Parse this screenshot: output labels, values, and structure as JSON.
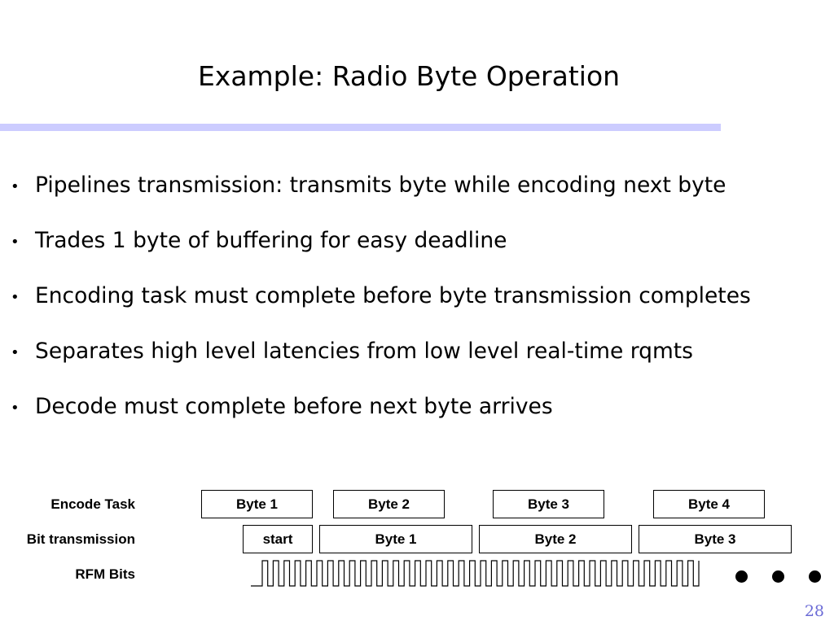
{
  "slide": {
    "title": "Example: Radio Byte Operation",
    "page_number": "28"
  },
  "bullets": [
    "Pipelines transmission: transmits byte while encoding next byte",
    "Trades 1 byte of buffering for easy deadline",
    "Encoding task must complete before byte transmission completes",
    "Separates high level latencies from low level real-time rqmts",
    "Decode must complete before next byte arrives"
  ],
  "bullet_symbol": "•",
  "timing": {
    "rows": {
      "encode": "Encode Task",
      "bits": "Bit transmission",
      "rfm": "RFM Bits"
    },
    "encode_boxes": [
      "Byte 1",
      "Byte 2",
      "Byte 3",
      "Byte 4"
    ],
    "bit_boxes": [
      "start",
      "Byte 1",
      "Byte 2",
      "Byte 3"
    ],
    "ellipsis_icon": "three-dots-icon"
  }
}
